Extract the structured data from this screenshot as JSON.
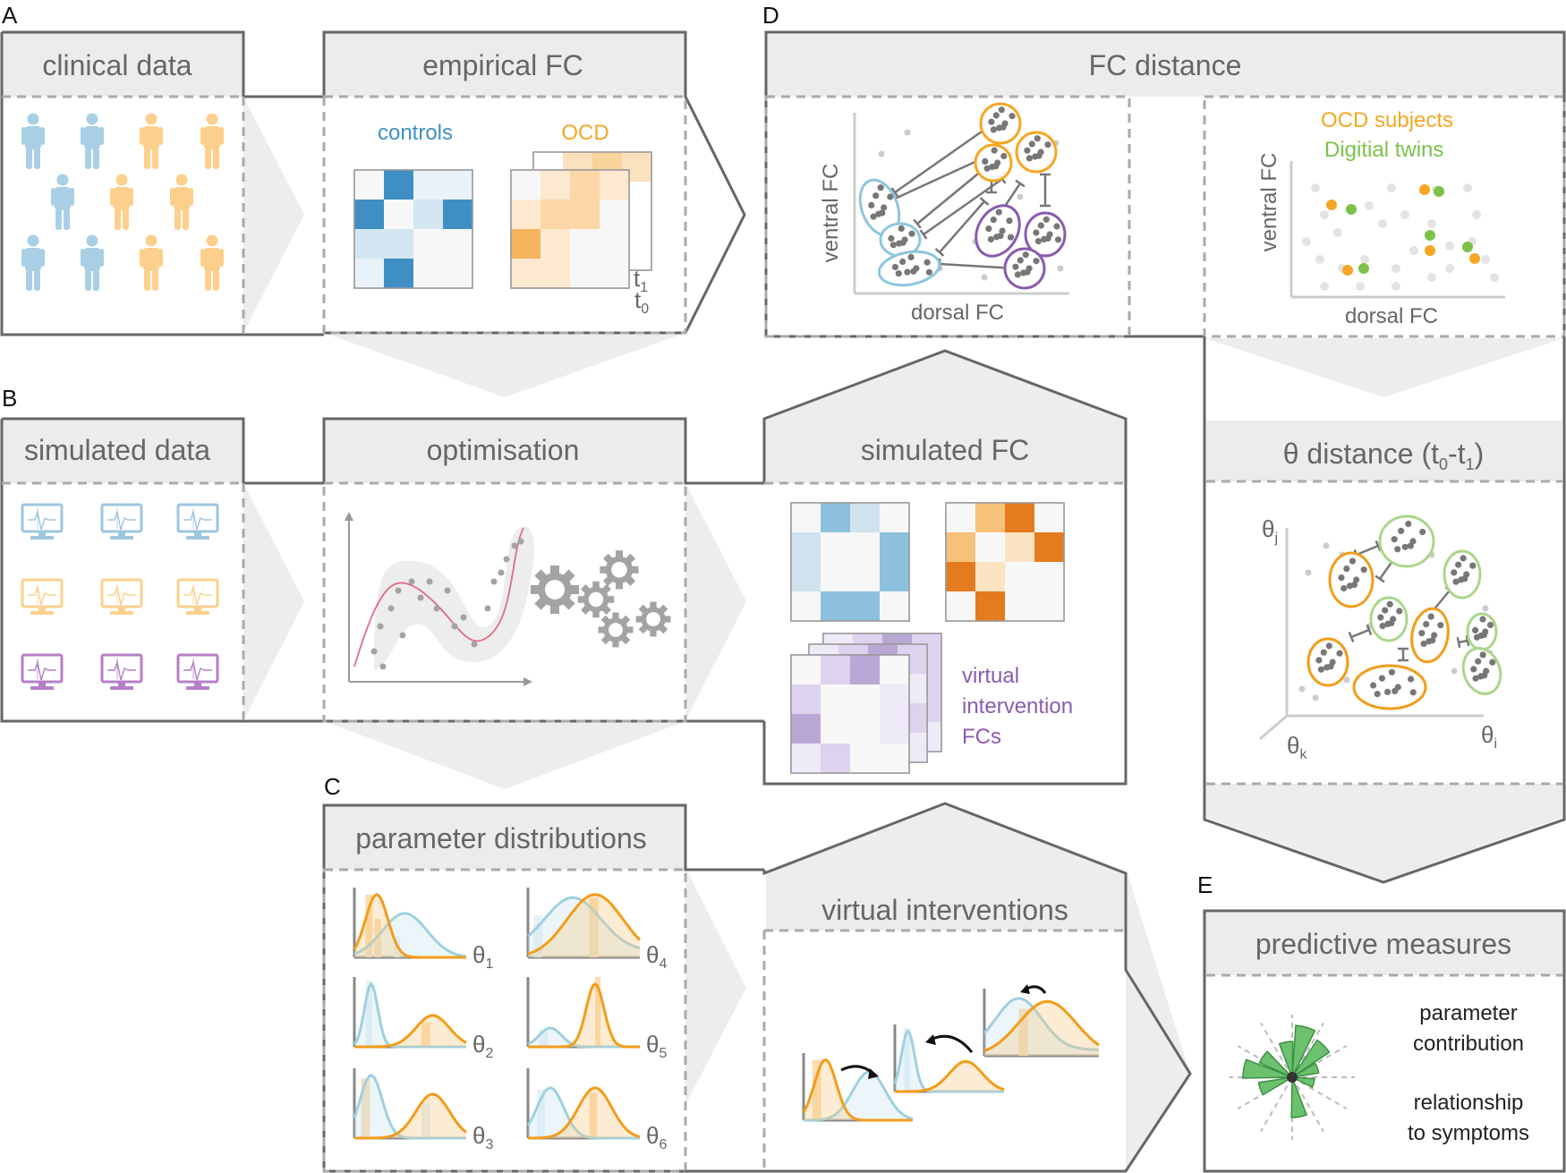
{
  "panels": {
    "a": {
      "letter": "A",
      "clinical_header": "clinical data",
      "fc_header": "empirical FC",
      "controls_label": "controls",
      "ocd_label": "OCD",
      "t0": "t",
      "t0_sub": "0",
      "t1": "t",
      "t1_sub": "1"
    },
    "b": {
      "letter": "B",
      "simulated_header": "simulated data",
      "optim_header": "optimisation",
      "simfc_header": "simulated FC",
      "vi_line1": "virtual",
      "vi_line2": "intervention",
      "vi_line3": "FCs"
    },
    "c": {
      "letter": "C",
      "param_header": "parameter distributions",
      "vi_header": "virtual interventions",
      "theta_labels": [
        {
          "sym": "θ",
          "sub": "1"
        },
        {
          "sym": "θ",
          "sub": "4"
        },
        {
          "sym": "θ",
          "sub": "2"
        },
        {
          "sym": "θ",
          "sub": "5"
        },
        {
          "sym": "θ",
          "sub": "3"
        },
        {
          "sym": "θ",
          "sub": "6"
        }
      ]
    },
    "d": {
      "letter": "D",
      "fc_distance_header": "FC distance",
      "ventral": "ventral FC",
      "dorsal": "dorsal FC",
      "ventral2": "ventral FC",
      "dorsal2": "dorsal FC",
      "ocd_subjects": "OCD subjects",
      "digital_twins": "Digitial twins",
      "theta_header": "θ distance (t",
      "theta_header_sub0": "0",
      "theta_header_mid": "-t",
      "theta_header_sub1": "1",
      "theta_header_end": ")",
      "theta_j": "θ",
      "theta_j_sub": "j",
      "theta_k": "θ",
      "theta_k_sub": "k",
      "theta_i": "θ",
      "theta_i_sub": "i"
    },
    "e": {
      "letter": "E",
      "header": "predictive measures",
      "pc1": "parameter",
      "pc2": "contribution",
      "rs1": "relationship",
      "rs2": "to symptoms"
    }
  },
  "colors": {
    "controls": "#8cc0dc",
    "ocd": "#f5a623",
    "intervention": "#9b6fb7",
    "twins": "#7cc24a",
    "cluster_blue": "#8cc7dd",
    "cluster_purple": "#8a5bb0",
    "cluster_green": "#a9d78a"
  },
  "icons": [
    "person-icon",
    "monitor-icon",
    "gear-icon",
    "rose-plot-icon"
  ]
}
